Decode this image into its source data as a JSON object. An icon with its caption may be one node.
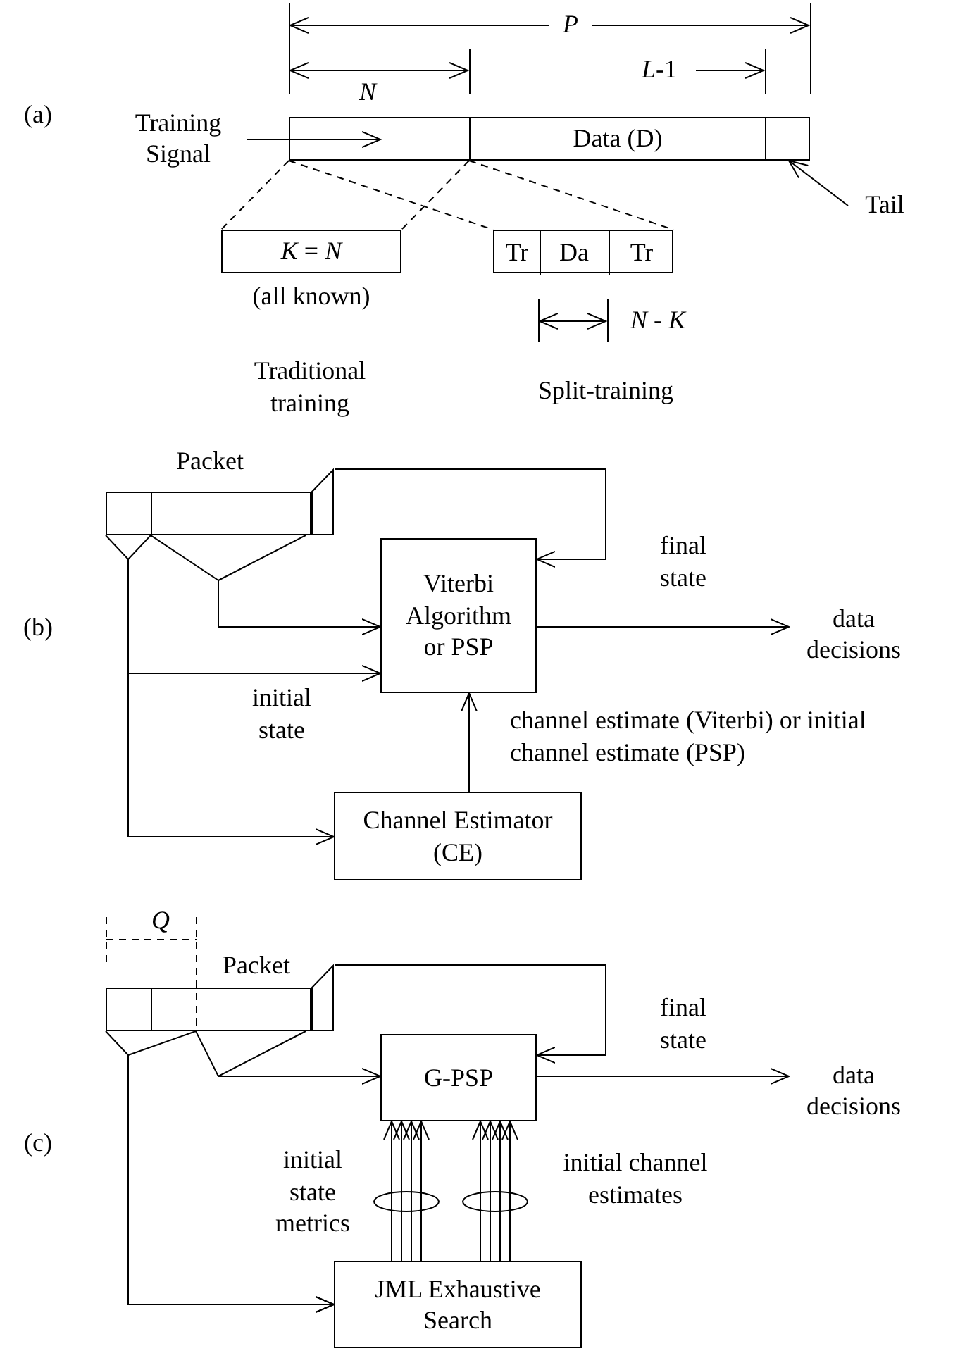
{
  "diagram": {
    "nodes": [
      {
        "text": [
          "Training Signal"
        ]
      },
      {
        "text": [],
        "shape": "box"
      },
      {
        "text": [
          "Data (D)"
        ]
      },
      {
        "text": [],
        "shape": "box"
      },
      {
        "text": [
          "Tail"
        ]
      },
      {
        "text": [
          "*K* = *N*"
        ],
        "beside": [
          "(all known)"
        ]
      },
      {
        "text": [],
        "shape": "box"
      },
      {
        "text": [
          "Tr"
        ],
        "in": 6
      },
      {
        "text": [
          "Da"
        ],
        "in": 6
      },
      {
        "text": [
          "Tr"
        ],
        "in": 6
      },
      {
        "text": [
          "Packet"
        ]
      },
      {
        "text": [],
        "shape": "box",
        "in": 10
      },
      {
        "text": [],
        "shape": "box",
        "in": 10
      },
      {
        "text": [],
        "shape": "box",
        "in": 10
      },
      {
        "text": [
          "Viterbi Algorithm or PSP"
        ]
      },
      {
        "text": [
          "Channel Estimator (CE)"
        ]
      },
      {
        "text": [
          "data decisions"
        ]
      },
      {
        "text": [
          "Packet"
        ]
      },
      {
        "text": [],
        "shape": "box",
        "in": 17
      },
      {
        "text": [],
        "shape": "box",
        "in": 17
      },
      {
        "text": [],
        "shape": "box",
        "in": 17
      },
      {
        "text": [],
        "shape": "box",
        "in": 17
      },
      {
        "text": [
          "G-PSP"
        ]
      },
      {
        "text": [
          "JML Exhaustive Search"
        ]
      },
      {
        "text": [
          "data decisions"
        ]
      }
    ],
    "edges": [
      {
        "from": 0,
        "to": 1,
        "arrow": "to"
      },
      {
        "from": 4,
        "to": 3,
        "arrow": "to"
      },
      {
        "from": 1,
        "to": 5,
        "arrow": "none",
        "style": "dashed"
      },
      {
        "from": 1,
        "to": 5,
        "arrow": "none",
        "style": "dashed"
      },
      {
        "from": 1,
        "to": 6,
        "arrow": "none",
        "style": "dashed"
      },
      {
        "from": 1,
        "to": 6,
        "arrow": "none",
        "style": "dashed"
      },
      {
        "from": 13,
        "to": 14,
        "arrow": "to",
        "label": "final state"
      },
      {
        "from": 11,
        "to": 14,
        "arrow": "to",
        "label": "initial state"
      },
      {
        "from": 11,
        "to": 15,
        "arrow": "to"
      },
      {
        "from": 12,
        "to": 14,
        "arrow": "to"
      },
      {
        "from": 15,
        "to": 14,
        "arrow": "to",
        "label": "channel estimate (Viterbi) or initial channel estimate (PSP)"
      },
      {
        "from": 14,
        "to": 16,
        "arrow": "to"
      },
      {
        "from": 21,
        "to": 22,
        "arrow": "to",
        "label": "final state"
      },
      {
        "from": 18,
        "to": 23,
        "arrow": "to"
      },
      {
        "from": 19,
        "to": 23,
        "arrow": "to"
      },
      {
        "from": 20,
        "to": 22,
        "arrow": "to"
      },
      {
        "from": 22,
        "to": 24,
        "arrow": "to"
      },
      {
        "from": 23,
        "to": 22,
        "arrow": "to",
        "label": "initial state metrics"
      },
      {
        "from": 23,
        "to": 22,
        "arrow": "to"
      },
      {
        "from": 23,
        "to": 22,
        "arrow": "to"
      },
      {
        "from": 23,
        "to": 22,
        "arrow": "to"
      },
      {
        "from": 23,
        "to": 22,
        "arrow": "to"
      },
      {
        "from": 23,
        "to": 22,
        "arrow": "to"
      },
      {
        "from": 23,
        "to": 22,
        "arrow": "to"
      },
      {
        "from": 23,
        "to": 22,
        "arrow": "to",
        "label": "initial channel estimates"
      }
    ],
    "labels": [
      "(a)",
      "P",
      "N",
      "*L*-1",
      "*N* - *K*",
      "Traditional training",
      "Split-training",
      "(b)",
      "Q",
      "(c)"
    ]
  }
}
